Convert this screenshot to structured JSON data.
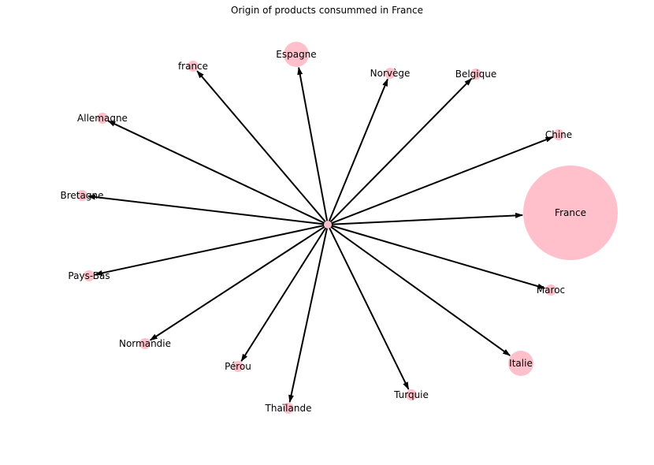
{
  "title": "Origin of products consummed in France",
  "colors": {
    "node": "#ffc0cb",
    "edge": "#000000",
    "background": "#ffffff"
  },
  "graph": {
    "type": "directed-star",
    "center_label": "",
    "nodes": [
      {
        "id": "france_lower",
        "label": "france",
        "size": "small"
      },
      {
        "id": "espagne",
        "label": "Espagne",
        "size": "medium"
      },
      {
        "id": "norvege",
        "label": "Norvège",
        "size": "small"
      },
      {
        "id": "belgique",
        "label": "Belgique",
        "size": "small"
      },
      {
        "id": "chine",
        "label": "Chine",
        "size": "small"
      },
      {
        "id": "france",
        "label": "France",
        "size": "very-large"
      },
      {
        "id": "maroc",
        "label": "Maroc",
        "size": "small"
      },
      {
        "id": "italie",
        "label": "Italie",
        "size": "medium"
      },
      {
        "id": "turquie",
        "label": "Turquie",
        "size": "small"
      },
      {
        "id": "thailande",
        "label": "Thaïlande",
        "size": "small"
      },
      {
        "id": "perou",
        "label": "Pérou",
        "size": "small"
      },
      {
        "id": "normandie",
        "label": "Normandie",
        "size": "small"
      },
      {
        "id": "paysbas",
        "label": "Pays-Bas",
        "size": "small"
      },
      {
        "id": "bretagne",
        "label": "Bretagne",
        "size": "small"
      },
      {
        "id": "allemagne",
        "label": "Allemagne",
        "size": "small"
      }
    ]
  }
}
